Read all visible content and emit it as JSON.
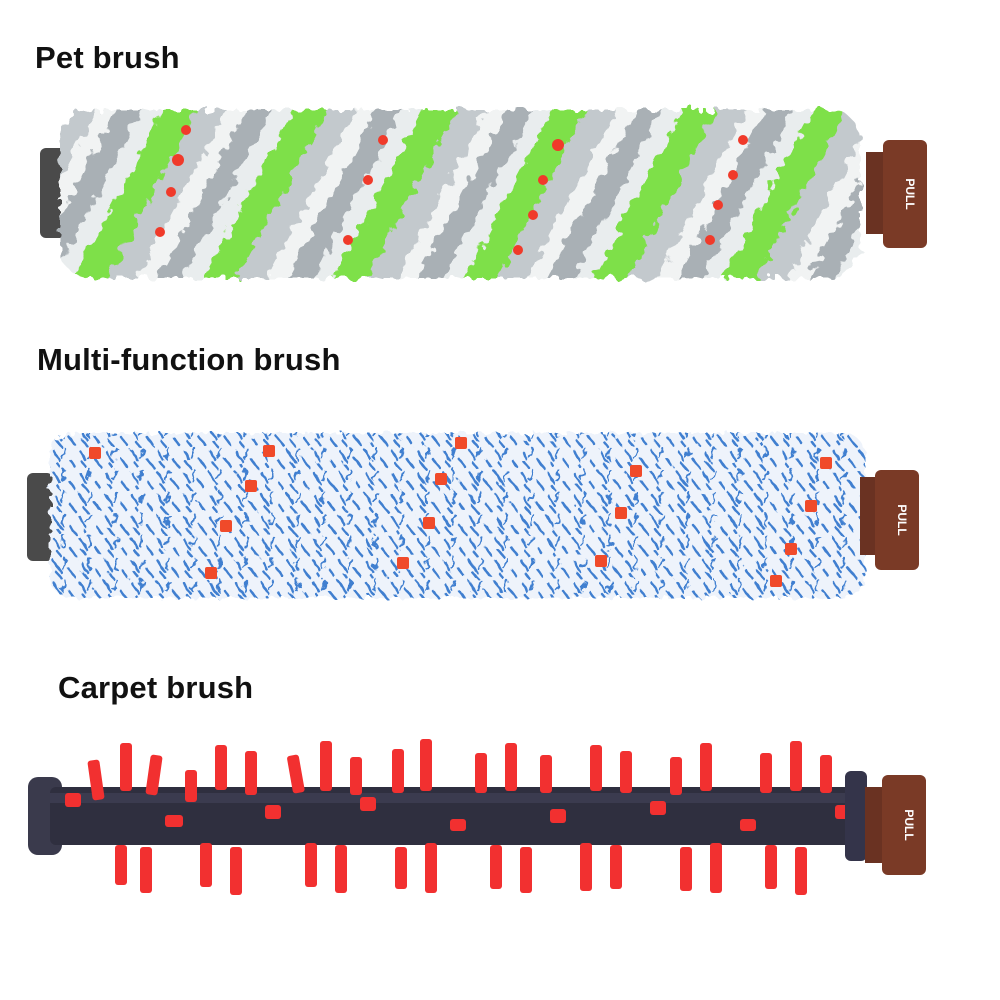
{
  "labels": {
    "pet": "Pet brush",
    "multi": "Multi-function brush",
    "carpet": "Carpet brush"
  },
  "end_cap_text": "PULL",
  "colors": {
    "background": "#ffffff",
    "label_text": "#111111",
    "pet_green": "#7ee04a",
    "pet_grey": "#c9cfd3",
    "pet_white": "#eef1f2",
    "accent_red": "#f03a2a",
    "multi_blue": "#3f7fd0",
    "multi_white": "#eef3fb",
    "carpet_shaft": "#2f2f3f",
    "carpet_bristle": "#f23030",
    "end_cap_brown": "#7a3a26",
    "end_cap_grey": "#4a4a4a"
  },
  "brushes": [
    {
      "id": "pet",
      "label_key": "labels.pet"
    },
    {
      "id": "multi",
      "label_key": "labels.multi"
    },
    {
      "id": "carpet",
      "label_key": "labels.carpet"
    }
  ]
}
